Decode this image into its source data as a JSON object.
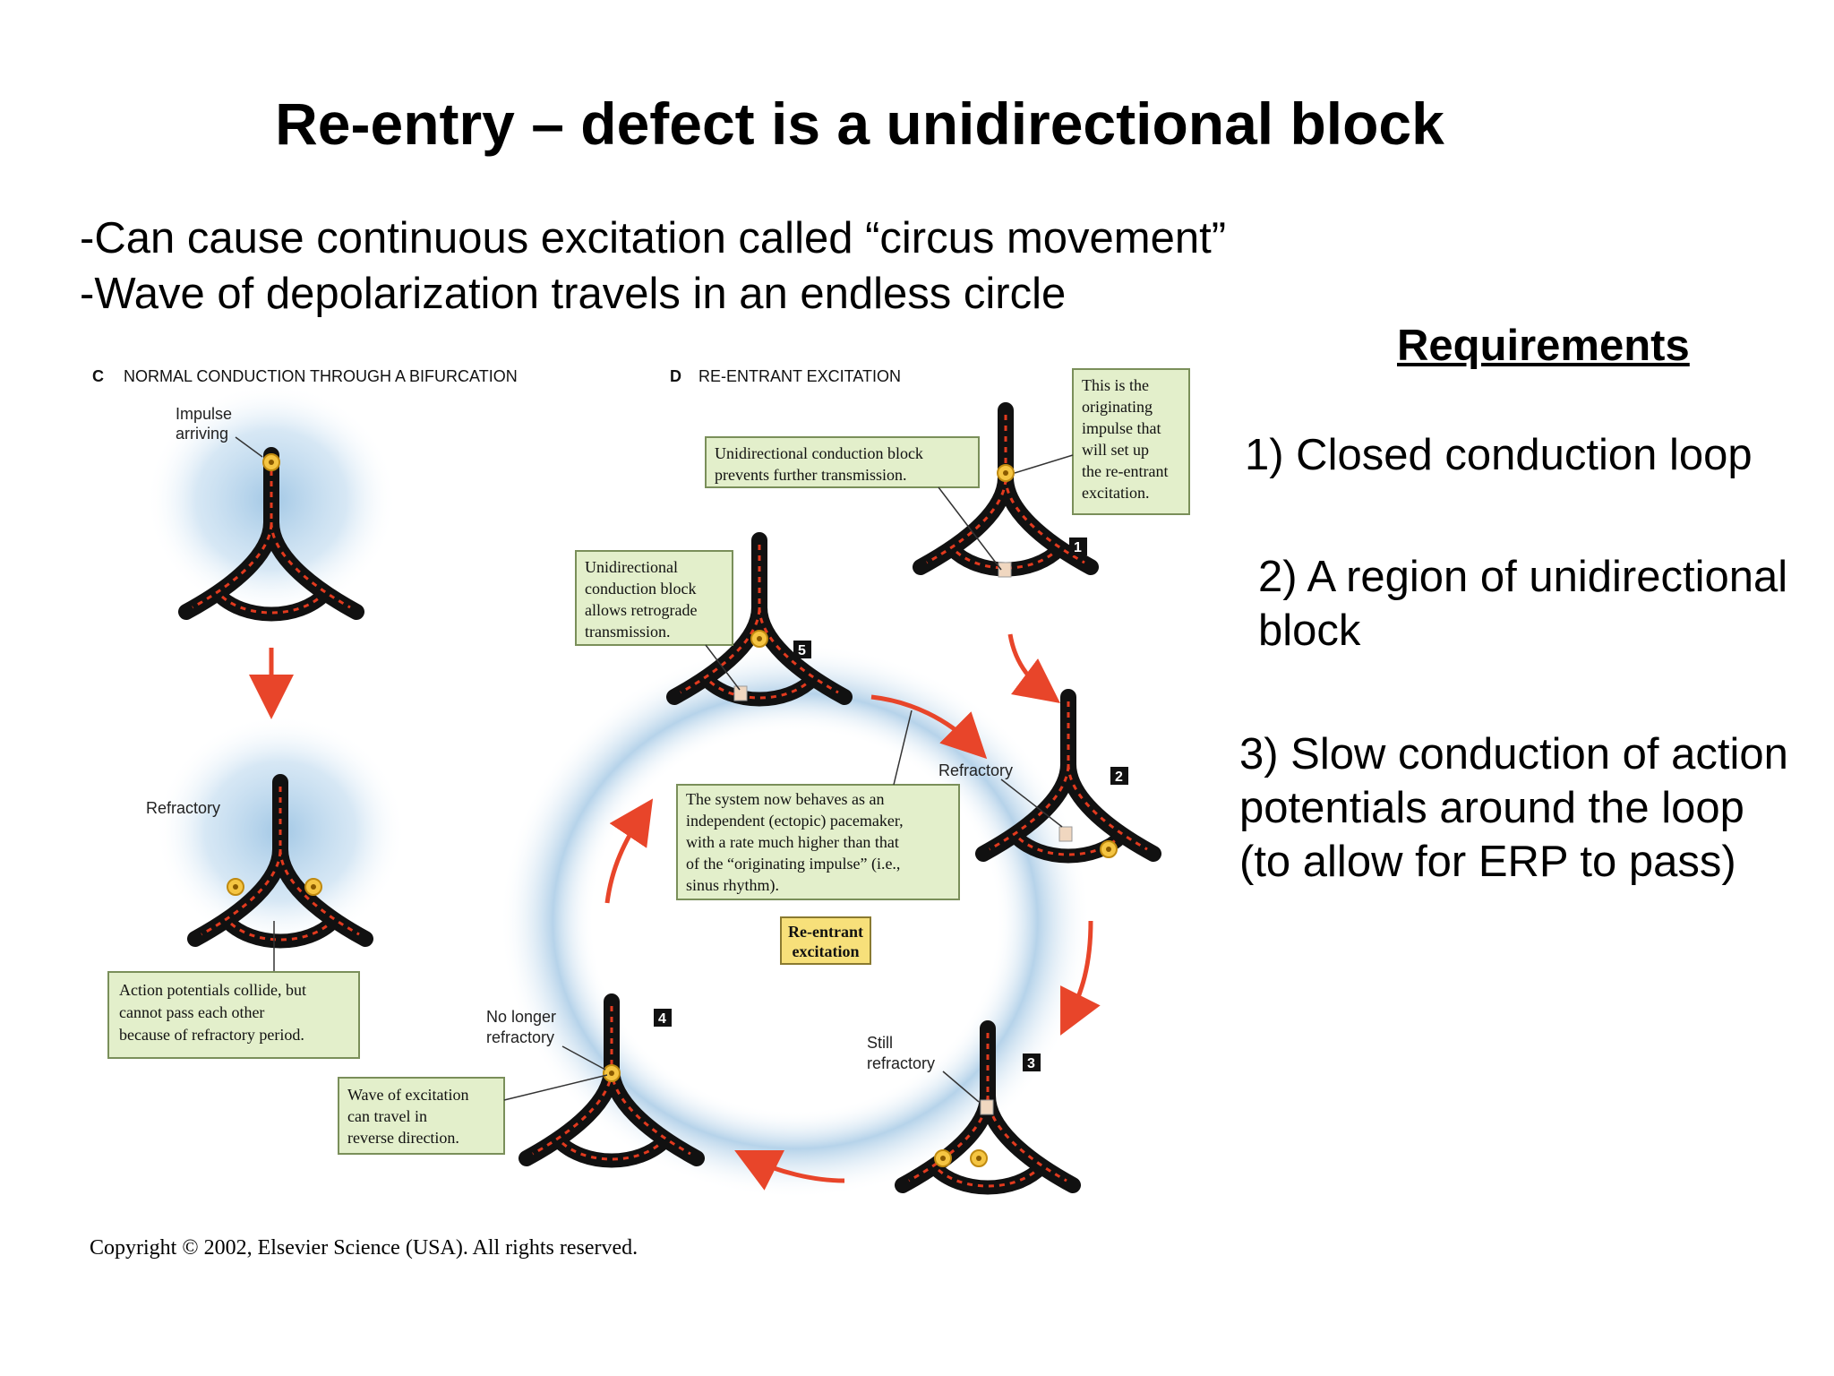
{
  "title": "Re-entry – defect is a unidirectional block",
  "bullets": [
    "-Can cause continuous excitation called “circus movement”",
    "-Wave of depolarization travels in an endless circle"
  ],
  "requirements": {
    "heading": "Requirements",
    "items": [
      "1) Closed conduction loop",
      "2) A region of unidirectional block",
      "3) Slow conduction of action potentials around the loop (to allow for ERP to pass)"
    ]
  },
  "figure": {
    "panel_c": {
      "letter": "C",
      "title": "NORMAL CONDUCTION THROUGH A BIFURCATION",
      "impulse_label": [
        "Impulse",
        "arriving"
      ],
      "refractory_label": "Refractory",
      "note": [
        "Action potentials collide, but",
        "cannot pass each other",
        "because of refractory period."
      ]
    },
    "panel_d": {
      "letter": "D",
      "title": "RE-ENTRANT EXCITATION",
      "box_originating": [
        "This is the",
        "originating",
        "impulse that",
        "will set up",
        "the re-entrant",
        "excitation."
      ],
      "box_block": [
        "Unidirectional conduction block",
        "prevents further transmission."
      ],
      "box_retrograde": [
        "Unidirectional",
        "conduction block",
        "allows retrograde",
        "transmission."
      ],
      "box_system": [
        "The system now behaves as an",
        "independent (ectopic) pacemaker,",
        "with a rate much higher than that",
        "of the “originating impulse” (i.e.,",
        "sinus rhythm)."
      ],
      "reentrant_label": [
        "Re-entrant",
        "excitation"
      ],
      "refractory_label": "Refractory",
      "still_refractory": [
        "Still",
        "refractory"
      ],
      "no_longer_refractory": [
        "No longer",
        "refractory"
      ],
      "box_reverse": [
        "Wave of excitation",
        "can travel in",
        "reverse direction."
      ],
      "steps": [
        "1",
        "2",
        "3",
        "4",
        "5"
      ]
    },
    "copyright": "Copyright © 2002, Elsevier Science (USA).  All rights reserved."
  },
  "colors": {
    "fiber": "#111111",
    "impulse": "#e23a1e",
    "glow": "#9ec5e4",
    "note_box": "#e3efcb",
    "note_border": "#7a8f5a",
    "highlight_box": "#f7e07a",
    "arrow": "#e8452a"
  }
}
